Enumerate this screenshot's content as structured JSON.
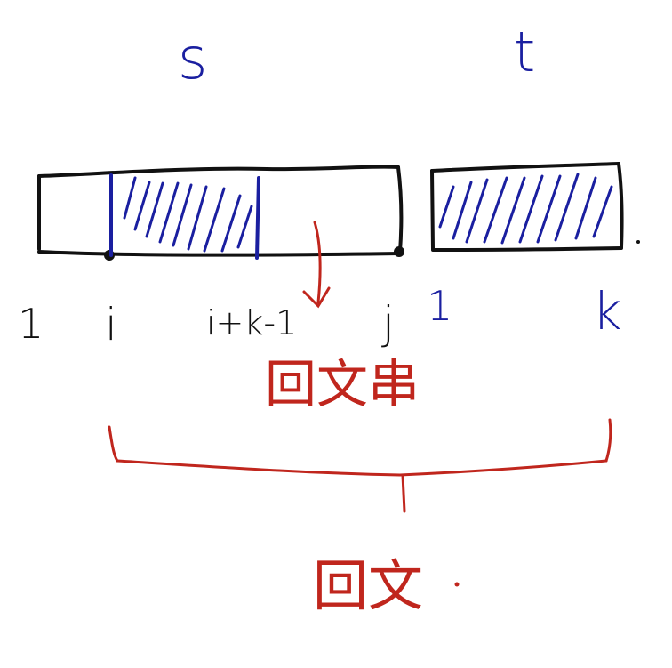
{
  "labels": {
    "string_s": "s",
    "string_t": "t",
    "index_1_s": "1",
    "index_i": "i",
    "index_i_plus_k_minus_1": "i+k-1",
    "index_j": "j",
    "index_1_t": "1",
    "index_k": "k",
    "palindromic_substring": "回文串",
    "palindrome": "回文"
  },
  "colors": {
    "ink": "#111111",
    "blue": "#1a1fa0",
    "red": "#c0261d"
  }
}
